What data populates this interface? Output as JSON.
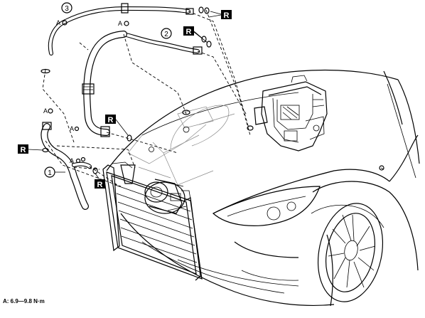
{
  "callouts": {
    "one": "1",
    "two": "2",
    "three": "3"
  },
  "replace_mark": "R",
  "torque_mark": "A",
  "footnote": "A: 6.9—9.8 N·m"
}
